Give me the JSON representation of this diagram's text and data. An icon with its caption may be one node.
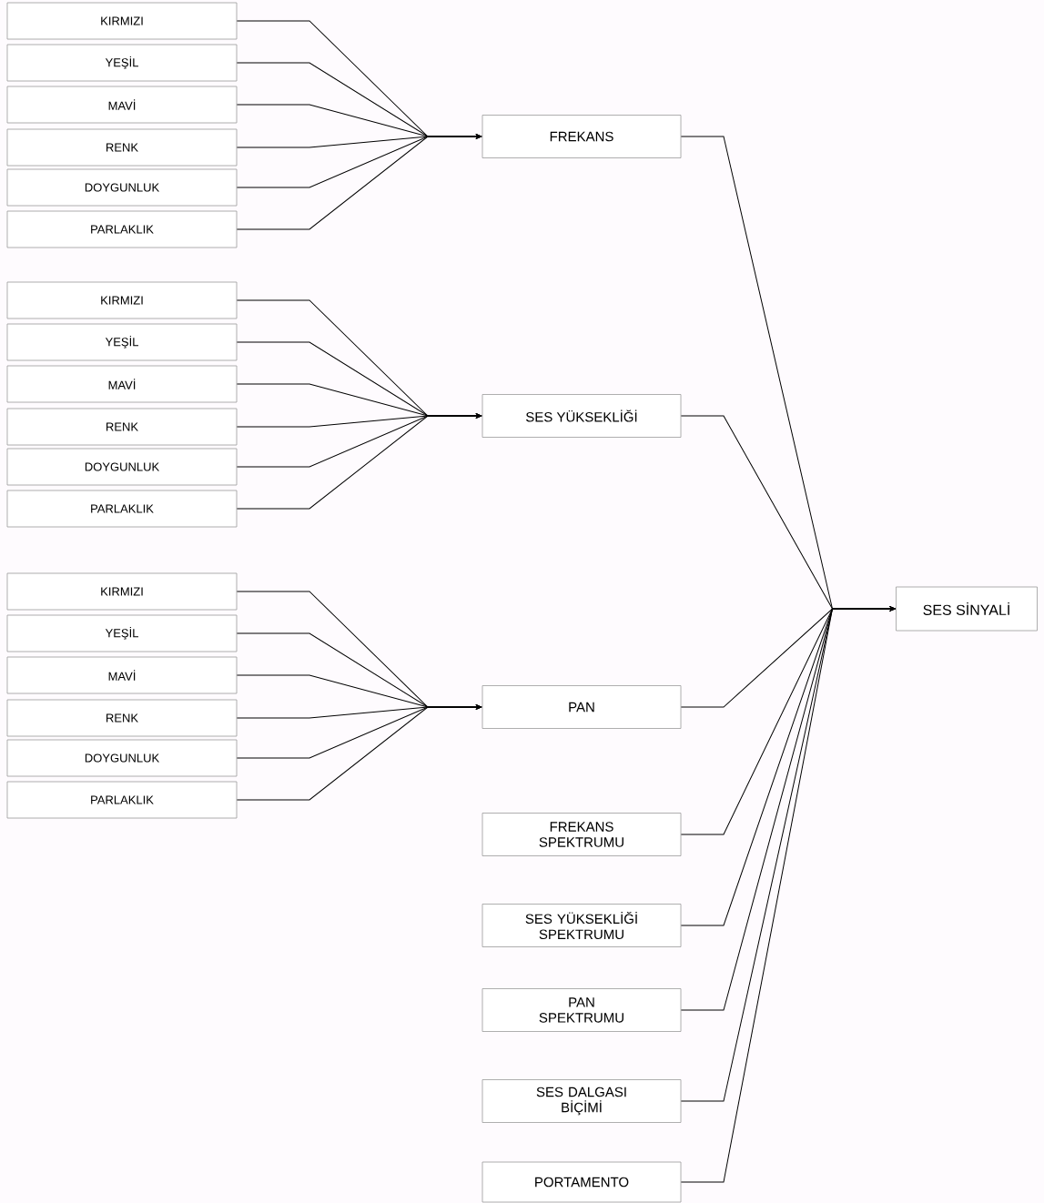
{
  "diagram": {
    "nodes": [
      {
        "text": [
          "KIRMIZI"
        ]
      },
      {
        "text": [
          "YEŞİL"
        ]
      },
      {
        "text": [
          "MAVİ"
        ]
      },
      {
        "text": [
          "RENK"
        ]
      },
      {
        "text": [
          "DOYGUNLUK"
        ]
      },
      {
        "text": [
          "PARLAKLIK"
        ]
      },
      {
        "text": [
          "FREKANS"
        ]
      },
      {
        "text": [
          "KIRMIZI"
        ]
      },
      {
        "text": [
          "YEŞİL"
        ]
      },
      {
        "text": [
          "MAVİ"
        ]
      },
      {
        "text": [
          "RENK"
        ]
      },
      {
        "text": [
          "DOYGUNLUK"
        ]
      },
      {
        "text": [
          "PARLAKLIK"
        ]
      },
      {
        "text": [
          "SES YÜKSEKLİĞİ"
        ]
      },
      {
        "text": [
          "KIRMIZI"
        ]
      },
      {
        "text": [
          "YEŞİL"
        ]
      },
      {
        "text": [
          "MAVİ"
        ]
      },
      {
        "text": [
          "RENK"
        ]
      },
      {
        "text": [
          "DOYGUNLUK"
        ]
      },
      {
        "text": [
          "PARLAKLIK"
        ]
      },
      {
        "text": [
          "PAN"
        ]
      },
      {
        "text": [
          "FREKANS SPEKTRUMU"
        ]
      },
      {
        "text": [
          "SES YÜKSEKLİĞİ SPEKTRUMU"
        ]
      },
      {
        "text": [
          "PAN SPEKTRUMU"
        ]
      },
      {
        "text": [
          "SES DALGASI BİÇİMİ"
        ]
      },
      {
        "text": [
          "PORTAMENTO"
        ]
      },
      {
        "text": [
          "SES SİNYALİ"
        ]
      }
    ],
    "edges": [
      {
        "from": 0,
        "to": 6,
        "arrow": "to"
      },
      {
        "from": 1,
        "to": 6,
        "arrow": "to"
      },
      {
        "from": 2,
        "to": 6,
        "arrow": "to"
      },
      {
        "from": 3,
        "to": 6,
        "arrow": "to"
      },
      {
        "from": 4,
        "to": 6,
        "arrow": "to"
      },
      {
        "from": 5,
        "to": 6,
        "arrow": "to"
      },
      {
        "from": 7,
        "to": 13,
        "arrow": "to"
      },
      {
        "from": 8,
        "to": 13,
        "arrow": "to"
      },
      {
        "from": 9,
        "to": 13,
        "arrow": "to"
      },
      {
        "from": 10,
        "to": 13,
        "arrow": "to"
      },
      {
        "from": 11,
        "to": 13,
        "arrow": "to"
      },
      {
        "from": 12,
        "to": 13,
        "arrow": "to"
      },
      {
        "from": 14,
        "to": 20,
        "arrow": "to"
      },
      {
        "from": 15,
        "to": 20,
        "arrow": "to"
      },
      {
        "from": 16,
        "to": 20,
        "arrow": "to"
      },
      {
        "from": 17,
        "to": 20,
        "arrow": "to"
      },
      {
        "from": 18,
        "to": 20,
        "arrow": "to"
      },
      {
        "from": 19,
        "to": 20,
        "arrow": "to"
      },
      {
        "from": 6,
        "to": 26,
        "arrow": "to"
      },
      {
        "from": 13,
        "to": 26,
        "arrow": "to"
      },
      {
        "from": 20,
        "to": 26,
        "arrow": "to"
      },
      {
        "from": 21,
        "to": 26,
        "arrow": "to"
      },
      {
        "from": 22,
        "to": 26,
        "arrow": "to"
      },
      {
        "from": 23,
        "to": 26,
        "arrow": "to"
      },
      {
        "from": 24,
        "to": 26,
        "arrow": "to"
      },
      {
        "from": 25,
        "to": 26,
        "arrow": "to"
      }
    ]
  }
}
